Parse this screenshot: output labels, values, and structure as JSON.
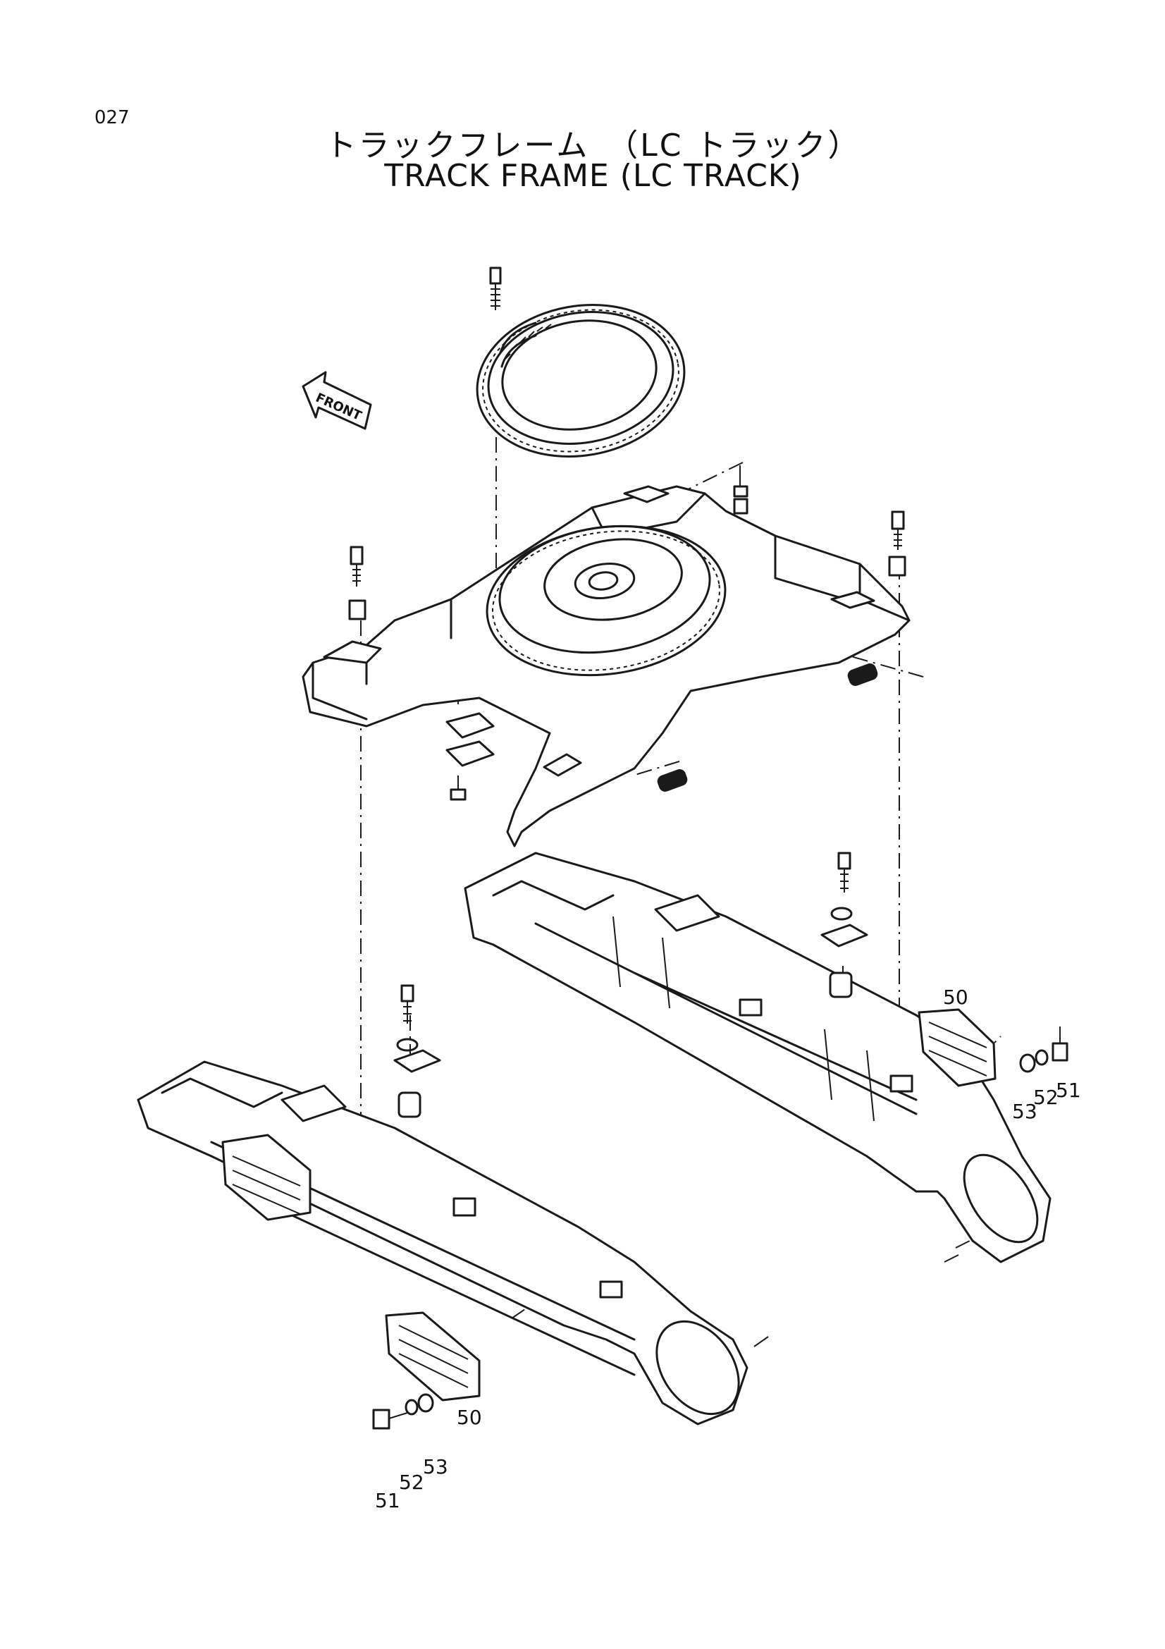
{
  "page_number": "027",
  "title_jp": "トラックフレーム　（LC トラック）",
  "title_en": "TRACK FRAME (LC TRACK)",
  "front_label": "FRONT",
  "callouts": {
    "right_50": "50",
    "right_51": "51",
    "right_52": "52",
    "right_53": "53",
    "left_50": "50",
    "left_51": "51",
    "left_52": "52",
    "left_53": "53"
  }
}
